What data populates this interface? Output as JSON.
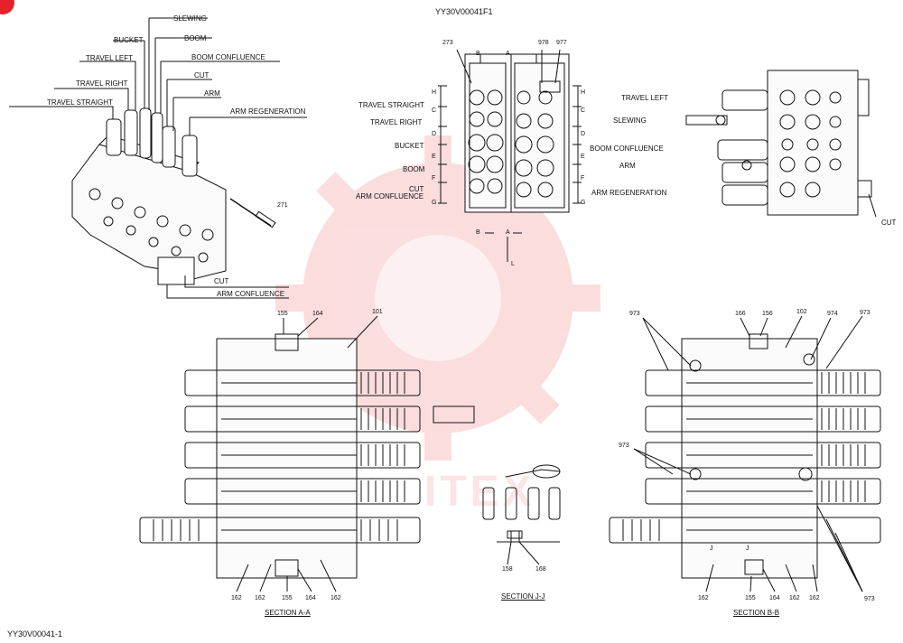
{
  "doc": {
    "figure_id": "YY30V00041F1",
    "footer_id": "YY30V00041-1",
    "watermark_text": "ITEX",
    "watermark_color": "#e8313a",
    "badge_color": "#e8202a"
  },
  "iso_view": {
    "labels": {
      "slewing": "SLEWING",
      "bucket": "BUCKET",
      "boom": "BOOM",
      "travel_left": "TRAVEL LEFT",
      "boom_confluence": "BOOM CONFLUENCE",
      "cut_top": "CUT",
      "travel_right": "TRAVEL RIGHT",
      "arm": "ARM",
      "travel_straight": "TRAVEL STRAIGHT",
      "arm_regeneration": "ARM REGENERATION",
      "part_271": "271",
      "cut_bottom": "CUT",
      "arm_confluence": "ARM CONFLUENCE"
    }
  },
  "front_view": {
    "part_273": "273",
    "part_978": "978",
    "part_977": "977",
    "section_b_top": "B",
    "section_a_top": "A",
    "section_b_bottom": "B",
    "section_a_bottom": "A",
    "arrow_l": "L",
    "left_labels": {
      "travel_straight": "TRAVEL STRAIGHT",
      "travel_right": "TRAVEL RIGHT",
      "bucket": "BUCKET",
      "boom": "BOOM",
      "cut": "CUT",
      "arm_confluence": "ARM CONFLUENCE"
    },
    "right_labels": {
      "travel_left": "TRAVEL LEFT",
      "slewing": "SLEWING",
      "boom_confluence": "BOOM CONFLUENCE",
      "arm": "ARM",
      "arm_regeneration": "ARM REGENERATION"
    },
    "left_letters": [
      "H",
      "C",
      "D",
      "E",
      "F",
      "G"
    ],
    "right_letters": [
      "H",
      "C",
      "D",
      "E",
      "F",
      "G"
    ]
  },
  "side_view": {
    "cut": "CUT"
  },
  "section_aa": {
    "title": "SECTION  A-A",
    "top_155": "155",
    "top_164": "164",
    "top_101": "101",
    "bottom_parts": [
      "162",
      "162",
      "155",
      "164",
      "162"
    ]
  },
  "section_jj": {
    "title": "SECTION  J-J",
    "part_158": "158",
    "part_168": "168"
  },
  "section_bb": {
    "title": "SECTION  B-B",
    "top_973_left": "973",
    "top_166": "166",
    "top_156": "156",
    "top_102": "102",
    "top_974": "974",
    "top_973_right": "973",
    "mid_973": "973",
    "right_973": "973",
    "j_left": "J",
    "j_right": "J",
    "bottom_parts": [
      "162",
      "155",
      "164",
      "162",
      "162"
    ]
  }
}
